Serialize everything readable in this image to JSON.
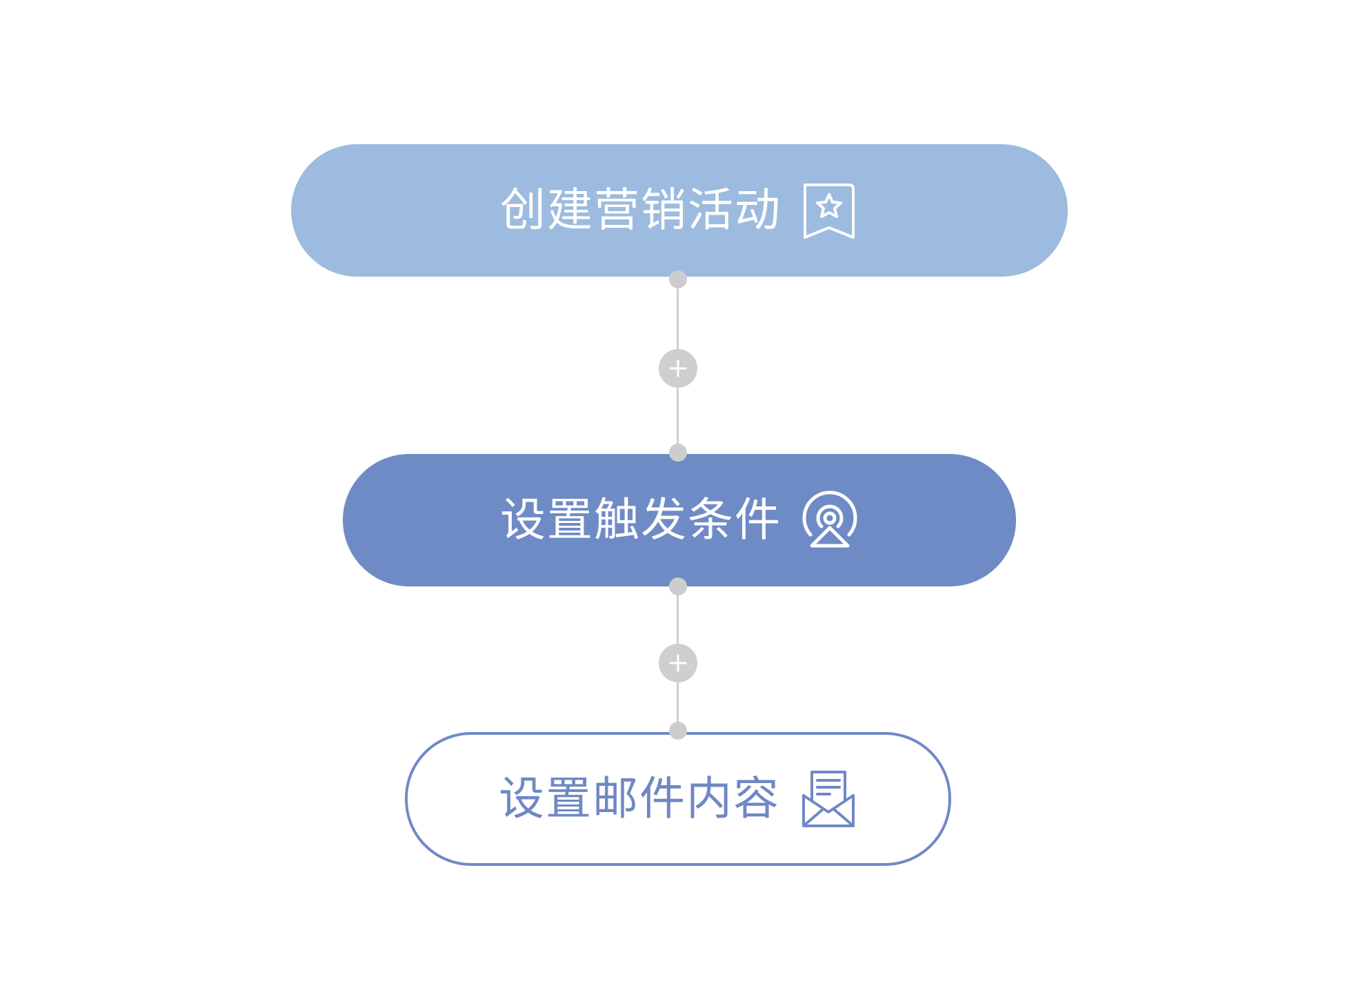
{
  "flow": {
    "steps": [
      {
        "label": "创建营销活动",
        "icon": "bookmark-star-icon",
        "fill": "#9dbbdf",
        "text_color": "#ffffff"
      },
      {
        "label": "设置触发条件",
        "icon": "broadcast-user-icon",
        "fill": "#6f8bc6",
        "text_color": "#ffffff"
      },
      {
        "label": "设置邮件内容",
        "icon": "open-envelope-letter-icon",
        "fill": "#ffffff",
        "border_color": "#7089c5",
        "text_color": "#6f88c4"
      }
    ],
    "connector": {
      "line_color": "#cfcfcf",
      "dot_color": "#cdcdcd",
      "add_button_icon": "plus-icon",
      "add_button_color": "#cfcfcf"
    }
  }
}
